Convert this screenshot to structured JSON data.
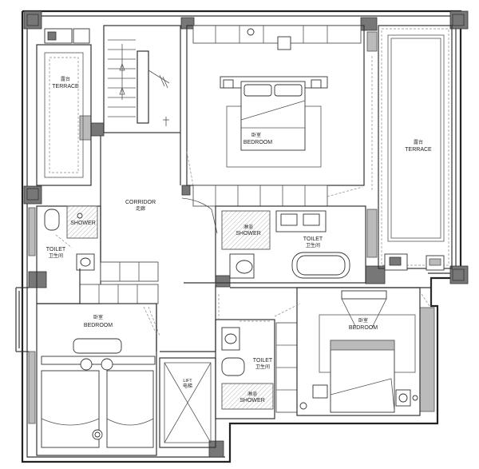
{
  "rooms": {
    "terrace_left": {
      "cn": "露台",
      "en": "TERRACE"
    },
    "terrace_right": {
      "cn": "露台",
      "en": "TERRACE"
    },
    "bedroom_master": {
      "cn": "卧室",
      "en": "BEDROOM"
    },
    "corridor": {
      "cn": "走廊",
      "en": "CORRIDOR"
    },
    "shower_left": {
      "en": "SHOWER"
    },
    "toilet_left": {
      "cn": "卫生间",
      "en": "TOILET"
    },
    "shower_center": {
      "cn": "淋浴",
      "en": "SHOWER"
    },
    "toilet_center": {
      "cn": "卫生间",
      "en": "TOILET"
    },
    "bedroom_left": {
      "cn": "卧室",
      "en": "BEDROOM"
    },
    "bedroom_right": {
      "cn": "卧室",
      "en": "BEDROOM"
    },
    "lift": {
      "cn": "电梯",
      "en": "LIFT"
    },
    "toilet_lower": {
      "cn": "卫生间",
      "en": "TOILET"
    },
    "shower_lower": {
      "cn": "淋浴",
      "en": "SHOWER"
    }
  }
}
